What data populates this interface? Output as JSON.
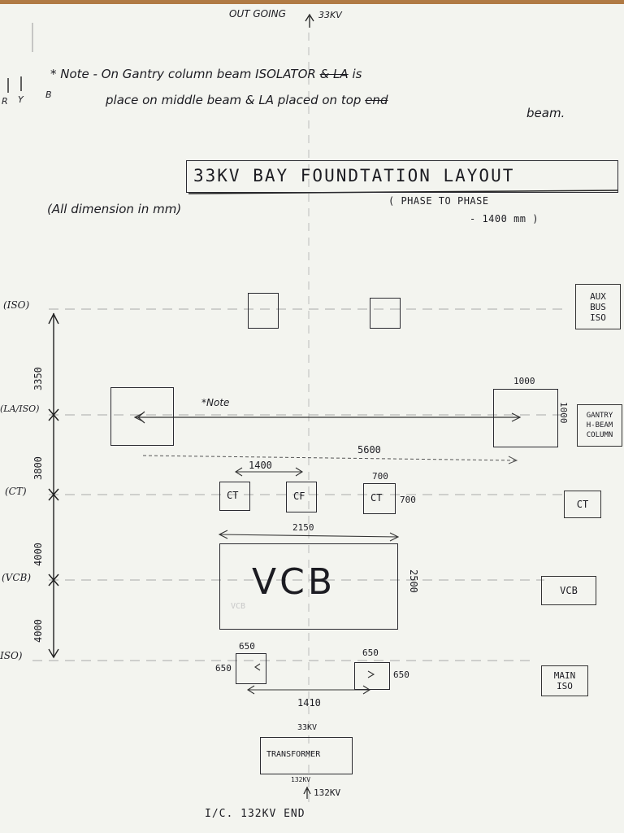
{
  "top_feed": {
    "label": "OUT GOING",
    "voltage": "33KV"
  },
  "phases": [
    "R",
    "Y",
    "B"
  ],
  "note": {
    "line1_a": "* Note - On Gantry column beam ISOLATOR",
    "line1_struck": "& LA",
    "line1_b": "is",
    "line2_a": "place on middle beam & LA placed on top",
    "line2_struck": "end",
    "line3": "beam."
  },
  "title": "33KV BAY FOUNDTATION LAYOUT",
  "dimension_note": "(All dimension in mm)",
  "phase_note_line1": "( PHASE TO PHASE",
  "phase_note_line2": "- 1400 mm )",
  "row_tags": {
    "iso_top": "(ISO)",
    "la_iso": "(LA/ISO)",
    "ct": "(CT)",
    "vcb": "(VCB)",
    "iso_bottom": "ISO)"
  },
  "vertical_dims": [
    "3350",
    "3800",
    "4000",
    "4000"
  ],
  "gantry": {
    "width_label": "1000",
    "height_label": "1000",
    "span_label": "5600",
    "note_marker": "*Note"
  },
  "ct_row": {
    "spacing_label": "1400",
    "ct_label": "CT",
    "cf_label": "CF",
    "ct_size_w": "700",
    "ct_size_h": "700"
  },
  "vcb": {
    "label": "VCB",
    "faint_label": "VCB",
    "width_label": "2150",
    "height_label": "2500"
  },
  "main_iso": {
    "left_size_top": "650",
    "left_size_side": "650",
    "right_size_top": "650",
    "right_size_side": "650",
    "spacing_label": "1410"
  },
  "transformer": {
    "top_label": "33KV",
    "label": "TRANSFORMER",
    "bottom_label": "132KV"
  },
  "bottom_feed": {
    "voltage": "132KV",
    "footer": "I/C. 132KV END"
  },
  "ref_labels": {
    "aux_bus_iso": [
      "AUX",
      "BUS",
      "ISO"
    ],
    "gantry_column": [
      "GANTRY",
      "H-BEAM",
      "COLUMN"
    ],
    "ct": "CT",
    "vcb": "VCB",
    "main_iso": [
      "MAIN",
      "ISO"
    ]
  }
}
